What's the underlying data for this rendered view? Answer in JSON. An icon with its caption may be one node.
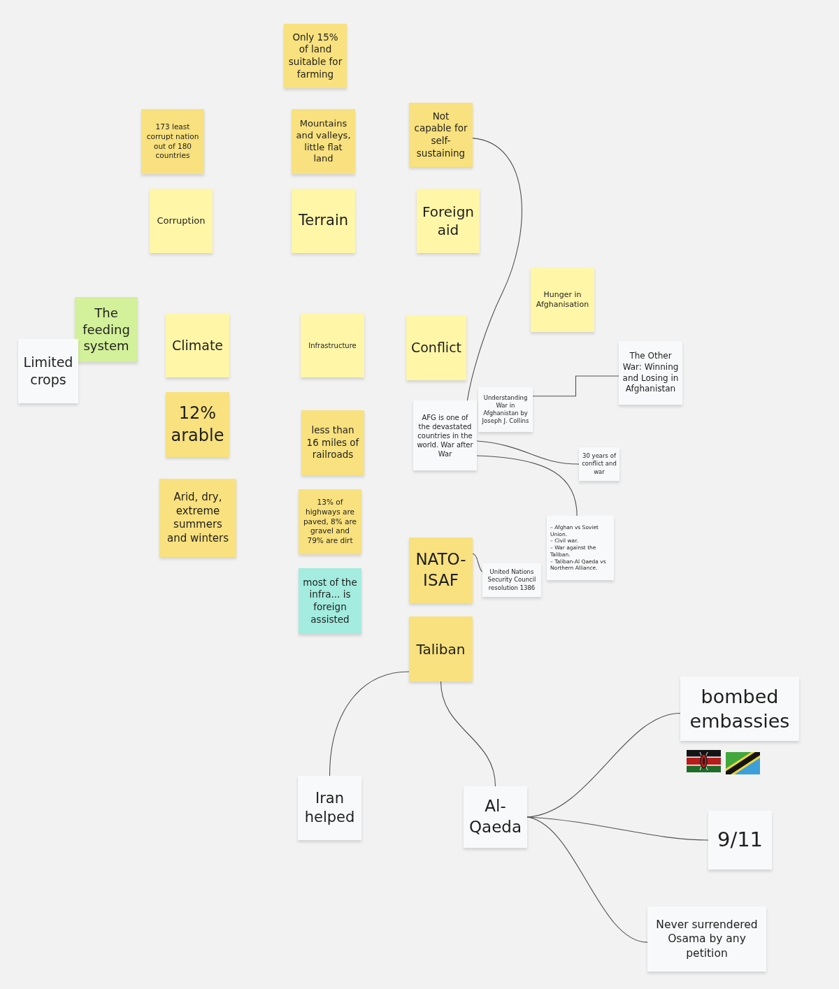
{
  "diagram": {
    "nodes": [
      {
        "text": [
          "Only 15% of land suitable for farming"
        ]
      },
      {
        "text": [
          "173 least corrupt nation out of 180 countries"
        ]
      },
      {
        "text": [
          "Mountains and valleys, little flat land"
        ]
      },
      {
        "text": [
          "Not capable for self-sustaining"
        ]
      },
      {
        "text": [
          "Corruption"
        ]
      },
      {
        "text": [
          "Terrain"
        ]
      },
      {
        "text": [
          "Foreign aid"
        ]
      },
      {
        "text": [
          "Hunger in Afghanisation"
        ]
      },
      {
        "text": [
          "The feeding system"
        ]
      },
      {
        "text": [
          "Climate"
        ]
      },
      {
        "text": [
          "Infrastructure"
        ]
      },
      {
        "text": [
          "Conflict"
        ]
      },
      {
        "text": [
          "The Other War: Winning and Losing in Afghanistan"
        ]
      },
      {
        "text": [
          "Limited crops"
        ]
      },
      {
        "text": [
          "Understanding War in Afghanistan by Joseph J. Collins"
        ]
      },
      {
        "text": [
          "12% arable"
        ]
      },
      {
        "text": [
          "less than 16 miles of railroads"
        ]
      },
      {
        "text": [
          "AFG is one of the devastated countries in the world. War after War"
        ]
      },
      {
        "text": [
          "30 years of conflict and war"
        ]
      },
      {
        "text": [
          "Arid, dry, extreme summers and winters"
        ]
      },
      {
        "text": [
          "13% of highways are paved, 8% are gravel and 79% are dirt"
        ]
      },
      {
        "text": [
          "– Afghan vs Soviet Union.",
          "– Civil war.",
          "– War against the Taliban.",
          "– Taliban-Al Qaeda vs Northern Alliance."
        ]
      },
      {
        "text": [
          "NATO-ISAF"
        ]
      },
      {
        "text": [
          "United Nations Security Council resolution 1386"
        ]
      },
      {
        "text": [
          "most of the infra... is foreign assisted"
        ]
      },
      {
        "text": [
          "Taliban"
        ]
      },
      {
        "text": [
          "bombed embassies"
        ]
      },
      {
        "text": [],
        "shape": "picture"
      },
      {
        "text": [],
        "shape": "picture"
      },
      {
        "text": [
          "Iran helped"
        ]
      },
      {
        "text": [
          "Al-Qaeda"
        ]
      },
      {
        "text": [
          "9/11"
        ]
      },
      {
        "text": [
          "Never surrendered Osama by any petition"
        ]
      }
    ],
    "edges": [
      {
        "from": 3,
        "to": 17,
        "arrow": "none"
      },
      {
        "from": 14,
        "to": 12,
        "arrow": "none"
      },
      {
        "from": 17,
        "to": 18,
        "arrow": "none"
      },
      {
        "from": 17,
        "to": 21,
        "arrow": "none"
      },
      {
        "from": 22,
        "to": 23,
        "arrow": "none"
      },
      {
        "from": 25,
        "to": 29,
        "arrow": "none"
      },
      {
        "from": 25,
        "to": 30,
        "arrow": "none"
      },
      {
        "from": 30,
        "to": 26,
        "arrow": "none"
      },
      {
        "from": 30,
        "to": 31,
        "arrow": "none"
      },
      {
        "from": 30,
        "to": 32,
        "arrow": "none"
      }
    ]
  }
}
